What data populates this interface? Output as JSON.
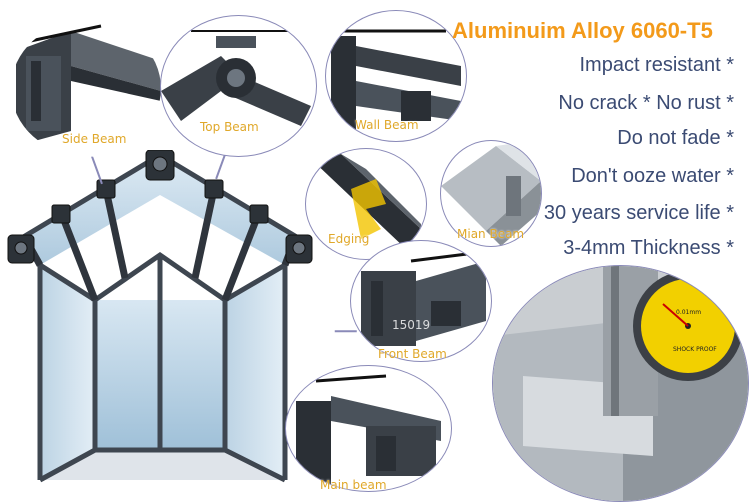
{
  "title": "Aluminuim Alloy 6060-T5",
  "features": [
    "Impact resistant *",
    "No crack * No rust *",
    "Do not fade *",
    "Don't ooze water *",
    "30 years service life *",
    "3-4mm Thickness *"
  ],
  "callouts": {
    "side_beam": "Side Beam",
    "top_beam": "Top Beam",
    "wall_beam": "Wall Beam",
    "edging": "Edging",
    "mian_beam": "Mian Beam",
    "front_beam": "Front Beam",
    "main_beam": "Main beam"
  },
  "caliper": {
    "brand": "SHOCK PROOF",
    "mark": "0.01mm"
  },
  "watermark": "15019"
}
